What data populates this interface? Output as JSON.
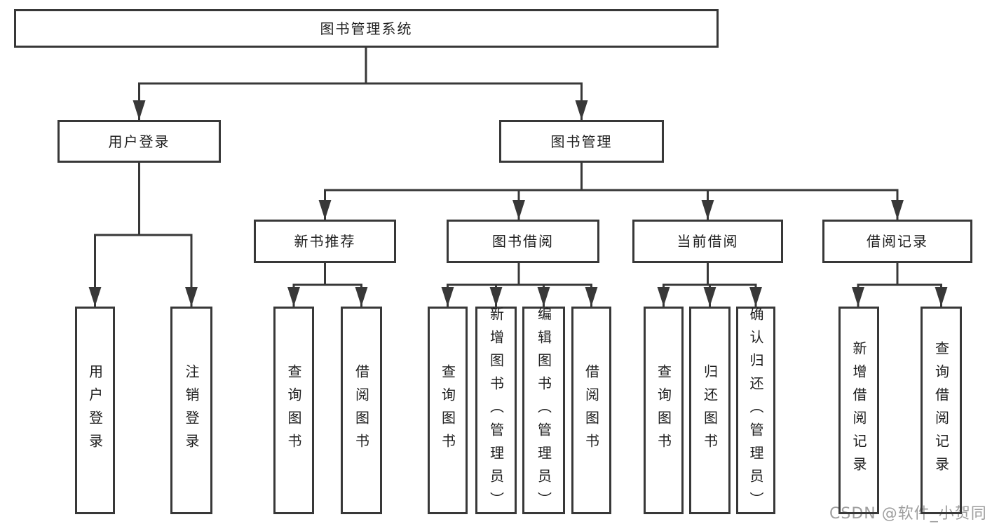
{
  "colors": {
    "line": "#383838",
    "box_border": "#383838",
    "text": "#1f1f1f",
    "background": "#ffffff",
    "watermark": "#9e9e9e"
  },
  "tree": {
    "label": "图书管理系统",
    "children": [
      {
        "label": "用户登录",
        "children": [
          {
            "label": "用户登录"
          },
          {
            "label": "注销登录"
          }
        ]
      },
      {
        "label": "图书管理",
        "children": [
          {
            "label": "新书推荐",
            "children": [
              {
                "label": "查询图书"
              },
              {
                "label": "借阅图书"
              }
            ]
          },
          {
            "label": "图书借阅",
            "children": [
              {
                "label": "查询图书"
              },
              {
                "label": "新增图书（管理员）"
              },
              {
                "label": "编辑图书（管理员）"
              },
              {
                "label": "借阅图书"
              }
            ]
          },
          {
            "label": "当前借阅",
            "children": [
              {
                "label": "查询图书"
              },
              {
                "label": "归还图书"
              },
              {
                "label": "确认归还（管理员）"
              }
            ]
          },
          {
            "label": "借阅记录",
            "children": [
              {
                "label": "新增借阅记录"
              },
              {
                "label": "查询借阅记录"
              }
            ]
          }
        ]
      }
    ]
  },
  "watermark": {
    "text": "CSDN @软件_小贺同学"
  }
}
